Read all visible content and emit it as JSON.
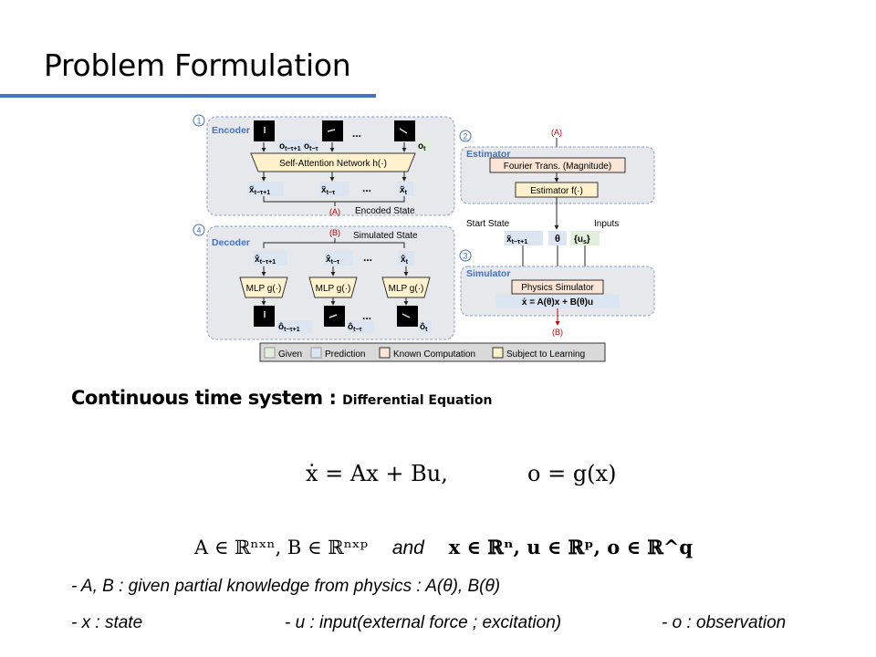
{
  "slide": {
    "title": "Problem Formulation",
    "section_main": "Continuous time system : ",
    "section_sub": "Differential Equation",
    "eq1": "ẋ = Ax + Bu,",
    "eq2": "o = g(x)",
    "eq3_left": "A ∈ ℝⁿˣⁿ, B ∈ ℝⁿˣᵖ",
    "eq3_and": "and",
    "eq3_right": "x ∈ ℝⁿ, u ∈ ℝᵖ, o ∈ ℝ^q",
    "bullet_ab": "- A, B : given partial knowledge from physics : A(θ), B(θ)",
    "bullet_x": "- x : state",
    "bullet_u": "- u : input(external force ; excitation)",
    "bullet_o": "- o : observation"
  },
  "figure": {
    "step1": "1",
    "step2": "2",
    "step3": "3",
    "step4": "4",
    "encoder": "Encoder",
    "decoder": "Decoder",
    "estimator": "Estimator",
    "simulator": "Simulator",
    "o_t_tau1": "o",
    "o_t_tau1_sub": "t−τ+1",
    "o_t_tau": "o",
    "o_t_tau_sub": "t−τ",
    "o_t": "o",
    "o_t_sub": "t",
    "dots": "...",
    "self_attention": "Self-Attention Network h(·)",
    "x_t_tau1": "x̃",
    "x_t_tau1_sub": "t−τ+1",
    "x_t_tau": "x̃",
    "x_t_tau_sub": "t−τ",
    "x_t": "x̃",
    "x_t_sub": "t",
    "label_A": "(A)",
    "label_B": "(B)",
    "encoded_state": "Encoded State",
    "simulated_state": "Simulated State",
    "xh_t_tau1": "x̂",
    "xh_t_tau": "x̂",
    "xh_t": "x̂",
    "mlp": "MLP g(·)",
    "oh": "ô",
    "fourier": "Fourier Trans. (Magnitude)",
    "estimator_f": "Estimator f(·)",
    "start_state": "Start State",
    "inputs": "Inputs",
    "theta": "θ",
    "us": "{u",
    "us_sub": "s",
    "us_end": "}",
    "physics_sim": "Physics Simulator",
    "sim_eq": "ẋ = A(θ)x + B(θ)u",
    "legend_given": "Given",
    "legend_prediction": "Prediction",
    "legend_known": "Known Computation",
    "legend_learning": "Subject to Learning"
  },
  "colors": {
    "accent": "#4472c4",
    "panel": "#e7e8ec",
    "panel_border": "#8aa0c8",
    "given": "#e2efda",
    "prediction": "#dce6f2",
    "known": "#fbe5d6",
    "learning": "#fff2cc",
    "red_label": "#c00000"
  }
}
